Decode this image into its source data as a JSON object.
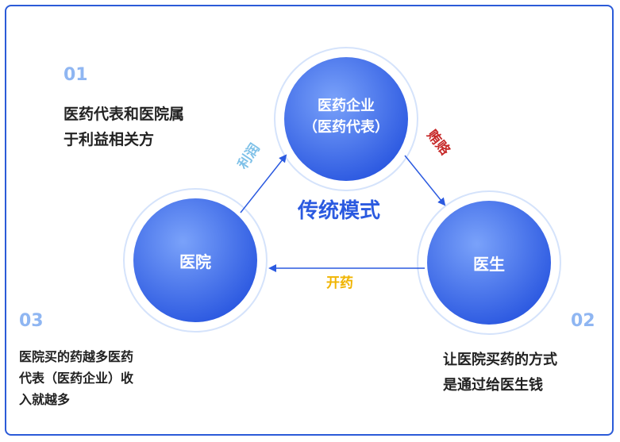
{
  "title": "传统模式",
  "nodes": {
    "pharma": {
      "line1": "医药企业",
      "line2": "（医药代表）"
    },
    "doctor": {
      "label": "医生"
    },
    "hospital": {
      "label": "医院"
    }
  },
  "edges": {
    "profit": "利润",
    "bribe": "贿赂",
    "prescribe": "开药"
  },
  "items": {
    "item01": {
      "number": "01",
      "line1": "医药代表和医院属",
      "line2": "于利益相关方"
    },
    "item02": {
      "number": "02",
      "line1": "让医院买药的方式",
      "line2": "是通过给医生钱"
    },
    "item03": {
      "number": "03",
      "line1": "医院买的药越多医药",
      "line2": "代表（医药企业）收",
      "line3": "入就越多"
    }
  },
  "colors": {
    "border": "#2b5bd8",
    "circle_light": "#6d96f7",
    "circle_dark": "#2b5ae0",
    "profit": "#7fc1e8",
    "bribe": "#c62828",
    "prescribe": "#f0b400",
    "title": "#2b5ae0",
    "number": "#8fb6f2"
  }
}
